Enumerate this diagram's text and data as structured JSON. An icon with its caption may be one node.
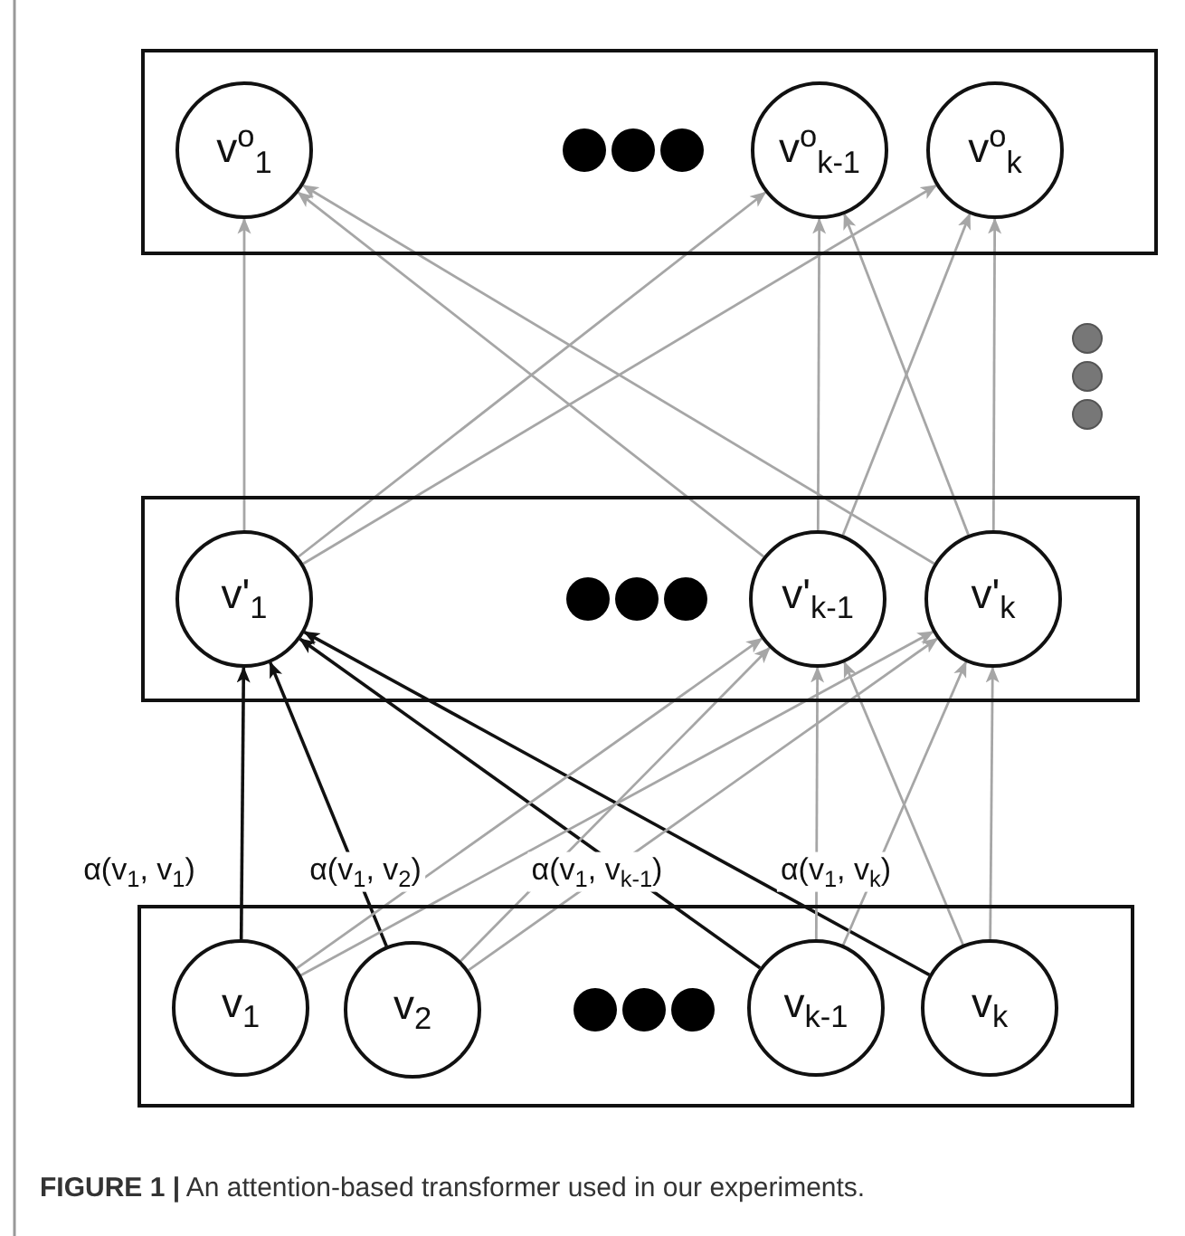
{
  "diagram": {
    "caption": "**FIGURE 1 |** An attention-based transformer used in our experiments.",
    "nodes": [
      {
        "text": [],
        "shape": "box"
      },
      {
        "text": [
          "v$^{o}$$_{1}$"
        ],
        "in": 0
      },
      {
        "text": [
          "v$^{o}$$_{k-1}$"
        ],
        "in": 0
      },
      {
        "text": [
          "v$^{o}$$_{k}$"
        ],
        "in": 0
      },
      {
        "text": [],
        "shape": "box"
      },
      {
        "text": [
          "v'$_{1}$"
        ],
        "in": 4
      },
      {
        "text": [
          "v'$_{k-1}$"
        ],
        "in": 4
      },
      {
        "text": [
          "v'$_{k}$"
        ],
        "in": 4
      },
      {
        "text": [],
        "shape": "box"
      },
      {
        "text": [
          "v$_{1}$"
        ],
        "in": 8
      },
      {
        "text": [
          "v$_{2}$"
        ],
        "in": 8
      },
      {
        "text": [
          "v$_{k-1}$"
        ],
        "in": 8
      },
      {
        "text": [
          "v$_{k}$"
        ],
        "in": 8
      }
    ],
    "edges": [
      {
        "from": 5,
        "to": 1,
        "arrow": "to"
      },
      {
        "from": 5,
        "to": 2,
        "arrow": "to"
      },
      {
        "from": 5,
        "to": 3,
        "arrow": "to"
      },
      {
        "from": 6,
        "to": 1,
        "arrow": "to"
      },
      {
        "from": 6,
        "to": 2,
        "arrow": "to"
      },
      {
        "from": 6,
        "to": 3,
        "arrow": "to"
      },
      {
        "from": 7,
        "to": 1,
        "arrow": "to"
      },
      {
        "from": 7,
        "to": 2,
        "arrow": "to"
      },
      {
        "from": 7,
        "to": 3,
        "arrow": "to"
      },
      {
        "from": 9,
        "to": 5,
        "arrow": "to",
        "label": "α(v$_{1}$, v$_{1}$)",
        "color": "#111111"
      },
      {
        "from": 10,
        "to": 5,
        "arrow": "to",
        "label": "α(v$_{1}$, v$_{2}$)",
        "color": "#111111"
      },
      {
        "from": 11,
        "to": 5,
        "arrow": "to",
        "label": "α(v$_{1}$, v$_{k-1}$)",
        "color": "#111111"
      },
      {
        "from": 12,
        "to": 5,
        "arrow": "to",
        "label": "α(v$_{1}$, v$_{k}$)",
        "color": "#111111"
      },
      {
        "from": 9,
        "to": 6,
        "arrow": "to"
      },
      {
        "from": 9,
        "to": 7,
        "arrow": "to"
      },
      {
        "from": 10,
        "to": 6,
        "arrow": "to"
      },
      {
        "from": 10,
        "to": 7,
        "arrow": "to"
      },
      {
        "from": 11,
        "to": 6,
        "arrow": "to"
      },
      {
        "from": 11,
        "to": 7,
        "arrow": "to"
      },
      {
        "from": 12,
        "to": 6,
        "arrow": "to"
      },
      {
        "from": 12,
        "to": 7,
        "arrow": "to"
      }
    ]
  }
}
